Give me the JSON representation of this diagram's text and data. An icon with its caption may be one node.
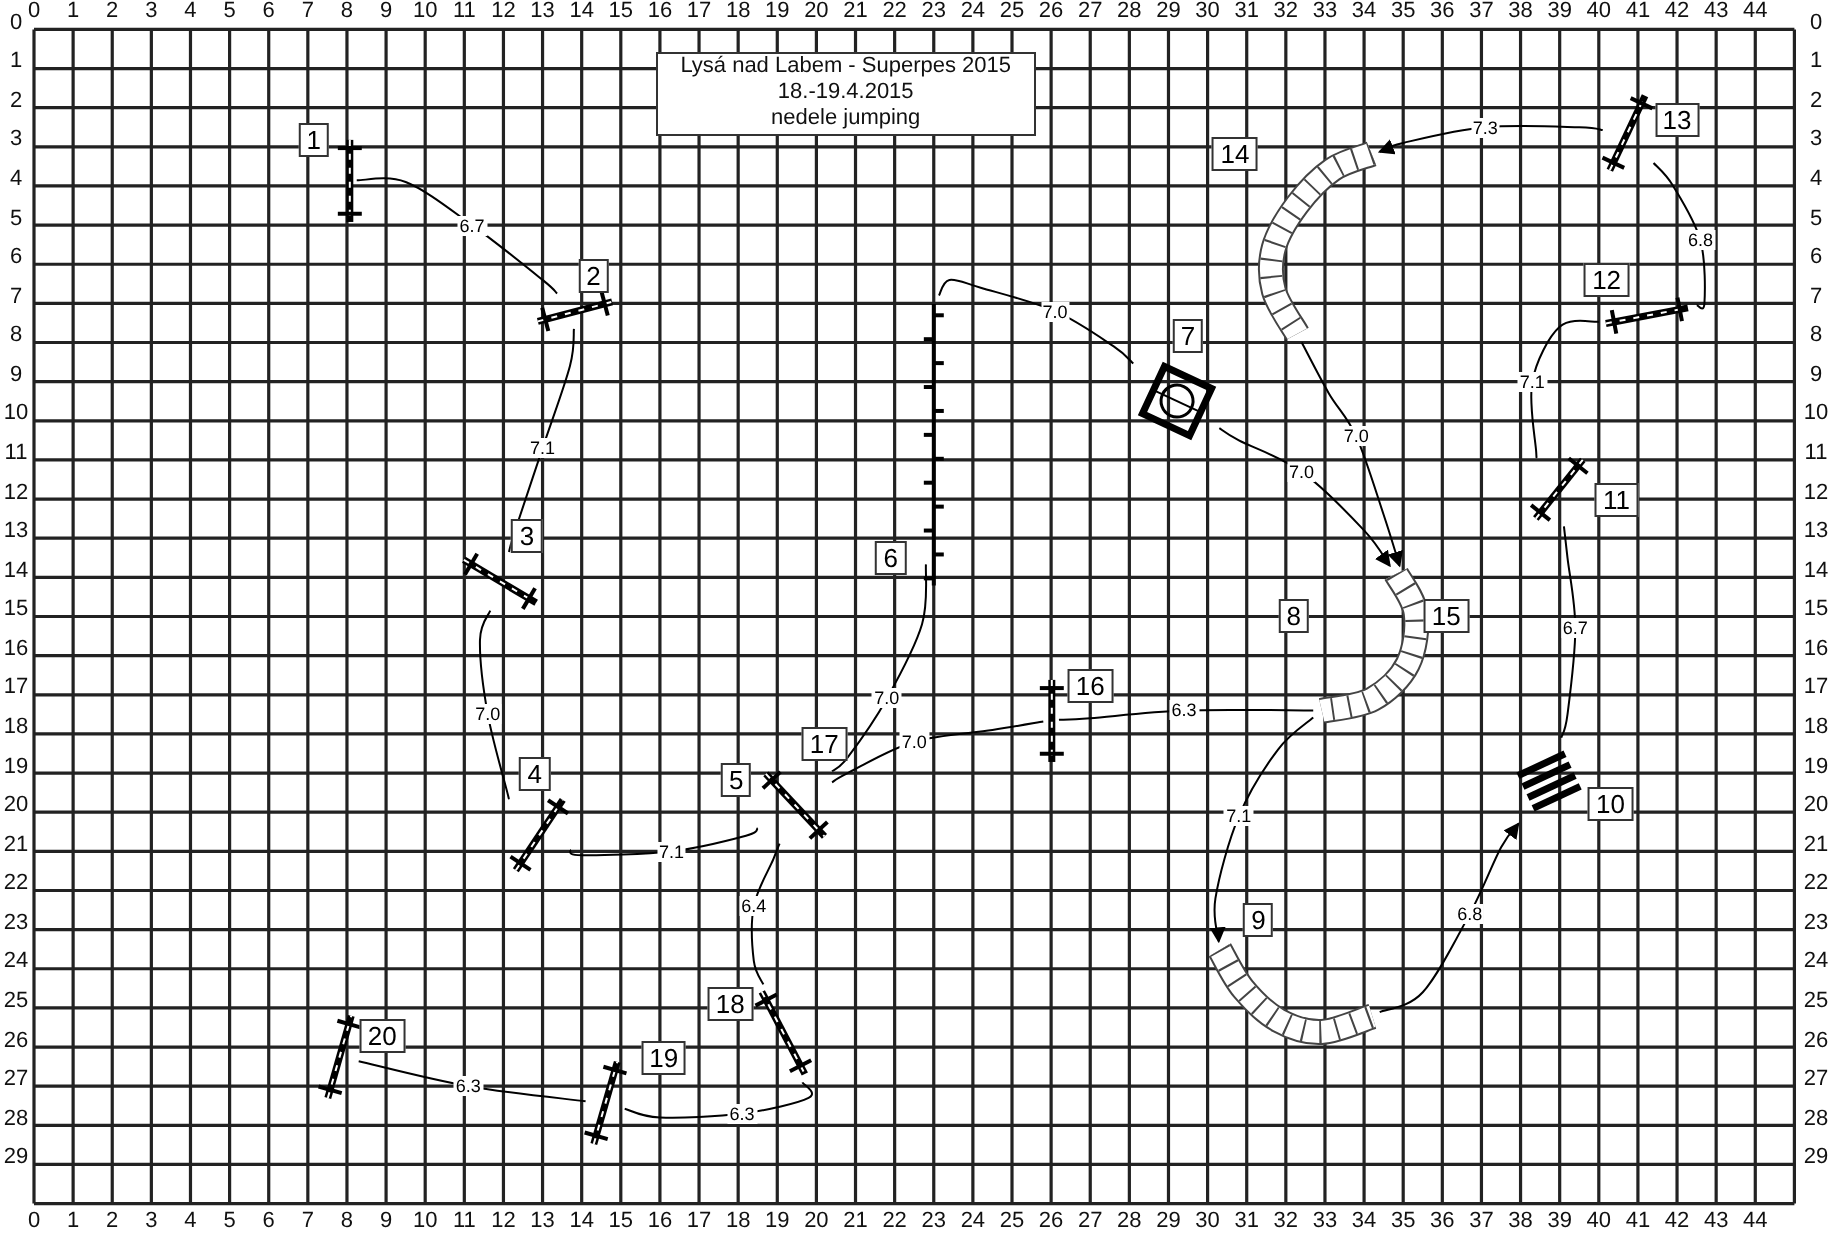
{
  "diagram": {
    "title": "Lysá nad Labem - Superpes 2015",
    "nodes": [
      {
        "text": [],
        "shape": "bar",
        "beside": [
          "1"
        ]
      },
      {
        "text": [],
        "shape": "bar",
        "beside": [
          "2"
        ]
      },
      {
        "text": [],
        "shape": "bar",
        "beside": [
          "3"
        ]
      },
      {
        "text": [],
        "shape": "bar",
        "beside": [
          "4"
        ]
      },
      {
        "text": [],
        "shape": "bar",
        "beside": [
          "5",
          "17"
        ]
      },
      {
        "text": [],
        "shape": "bar",
        "beside": [
          "6"
        ]
      },
      {
        "text": [],
        "shape": "tire",
        "beside": [
          "7"
        ]
      },
      {
        "text": [],
        "shape": "tunnel",
        "beside": [
          "8",
          "15"
        ]
      },
      {
        "text": [],
        "shape": "tunnel",
        "beside": [
          "9"
        ]
      },
      {
        "text": [],
        "shape": "picture",
        "beside": [
          "10"
        ]
      },
      {
        "text": [],
        "shape": "bar",
        "beside": [
          "11"
        ]
      },
      {
        "text": [],
        "shape": "bar",
        "beside": [
          "12"
        ]
      },
      {
        "text": [],
        "shape": "bar",
        "beside": [
          "13"
        ]
      },
      {
        "text": [],
        "shape": "tunnel",
        "beside": [
          "14"
        ]
      },
      {
        "text": [],
        "shape": "bar",
        "beside": [
          "16"
        ]
      },
      {
        "text": [],
        "shape": "bar",
        "beside": [
          "18"
        ]
      },
      {
        "text": [],
        "shape": "bar",
        "beside": [
          "19"
        ]
      },
      {
        "text": [],
        "shape": "bar",
        "beside": [
          "20"
        ]
      }
    ],
    "edges": [
      {
        "from": 0,
        "to": 1,
        "arrow": "none",
        "label": "6.7"
      },
      {
        "from": 1,
        "to": 2,
        "arrow": "none",
        "label": "7.1"
      },
      {
        "from": 2,
        "to": 3,
        "arrow": "none",
        "label": "7.0"
      },
      {
        "from": 3,
        "to": 4,
        "arrow": "none",
        "label": "7.1"
      },
      {
        "from": 4,
        "to": 5,
        "arrow": "none",
        "label": "7.0"
      },
      {
        "from": 5,
        "to": 6,
        "arrow": "none",
        "label": "7.0"
      },
      {
        "from": 6,
        "to": 7,
        "arrow": "to",
        "label": "7.0"
      },
      {
        "from": 7,
        "to": 8,
        "arrow": "to",
        "label": "7.1"
      },
      {
        "from": 8,
        "to": 9,
        "arrow": "to",
        "label": "6.8"
      },
      {
        "from": 9,
        "to": 10,
        "arrow": "none",
        "label": "6.7"
      },
      {
        "from": 10,
        "to": 11,
        "arrow": "none",
        "label": "7.1"
      },
      {
        "from": 11,
        "to": 12,
        "arrow": "none",
        "label": "6.8"
      },
      {
        "from": 12,
        "to": 13,
        "arrow": "to",
        "label": "7.3"
      },
      {
        "from": 13,
        "to": 7,
        "arrow": "to",
        "label": "7.0"
      },
      {
        "from": 7,
        "to": 14,
        "arrow": "none",
        "label": "6.3"
      },
      {
        "from": 14,
        "to": 4,
        "arrow": "none",
        "label": "7.0"
      },
      {
        "from": 4,
        "to": 15,
        "arrow": "none",
        "label": "6.4"
      },
      {
        "from": 15,
        "to": 16,
        "arrow": "none",
        "label": "6.3"
      },
      {
        "from": 16,
        "to": 17,
        "arrow": "none",
        "label": "6.3"
      }
    ],
    "labels": [
      "18.-19.4.2015",
      "nedele jumping",
      "0",
      "1",
      "2",
      "3",
      "4",
      "5",
      "6",
      "7",
      "8",
      "9",
      "10",
      "11",
      "12",
      "13",
      "14",
      "15",
      "16",
      "17",
      "18",
      "19",
      "20",
      "21",
      "22",
      "23",
      "24",
      "25",
      "26",
      "27",
      "28",
      "29",
      "30",
      "31",
      "32",
      "33",
      "34",
      "35",
      "36",
      "37",
      "38",
      "39",
      "40",
      "41",
      "42",
      "43",
      "44",
      "0",
      "0",
      "1",
      "1",
      "2",
      "2",
      "3",
      "3",
      "4",
      "4",
      "5",
      "5",
      "6",
      "6",
      "7",
      "7",
      "8",
      "8",
      "9",
      "9",
      "10",
      "10",
      "11",
      "11",
      "12",
      "12",
      "13",
      "13",
      "14",
      "14",
      "15",
      "15",
      "16",
      "16",
      "17",
      "17",
      "18",
      "18",
      "19",
      "19",
      "20",
      "20",
      "21",
      "21",
      "22",
      "22",
      "23",
      "23",
      "24",
      "24",
      "25",
      "25",
      "26",
      "26",
      "27",
      "27",
      "28",
      "28",
      "29",
      "29",
      "0",
      "1",
      "2",
      "3",
      "4",
      "5",
      "6",
      "7",
      "8",
      "9",
      "10",
      "11",
      "12",
      "13",
      "14",
      "15",
      "16",
      "17",
      "18",
      "19",
      "20",
      "21",
      "22",
      "23",
      "24",
      "25",
      "26",
      "27",
      "28",
      "29",
      "30",
      "31",
      "32",
      "33",
      "34",
      "35",
      "36",
      "37",
      "38",
      "39",
      "40",
      "41",
      "42",
      "43",
      "44"
    ]
  }
}
